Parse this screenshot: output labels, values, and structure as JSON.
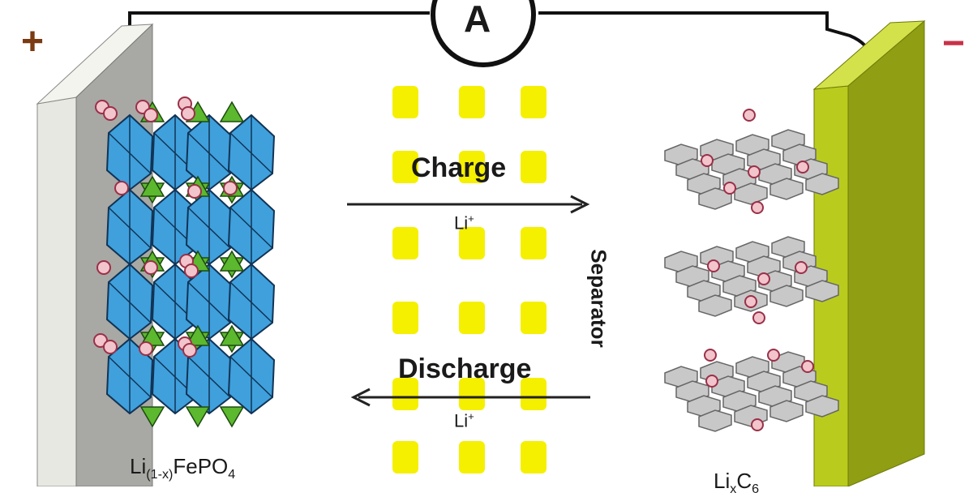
{
  "labels": {
    "charge": "Charge",
    "discharge": "Discharge",
    "li_ion": "Li",
    "li_charge_sign": "+",
    "separator": "Separator",
    "ammeter": "A",
    "cathode_prefix": "Li",
    "cathode_sub": "(1-x)",
    "cathode_formula": "FePO",
    "cathode_sub2": "4",
    "anode_prefix": "Li",
    "anode_sub": "x",
    "anode_formula": "C",
    "anode_sub2": "6"
  },
  "terminals": {
    "positive": "+",
    "negative": "−"
  },
  "colors": {
    "octahedron": "#3fa0dc",
    "tetrahedron": "#5cb82e",
    "lithium": "#f2c4cc",
    "lithium_edge": "#9a3048",
    "separator": "#f5ef00",
    "graphite": "#c8c8c8",
    "anode_plate": "#b9cc1e",
    "anode_plate_side": "#8f9e12",
    "cathode_plate": "#e8e8e2",
    "cathode_plate_side": "#a8a8a4"
  }
}
